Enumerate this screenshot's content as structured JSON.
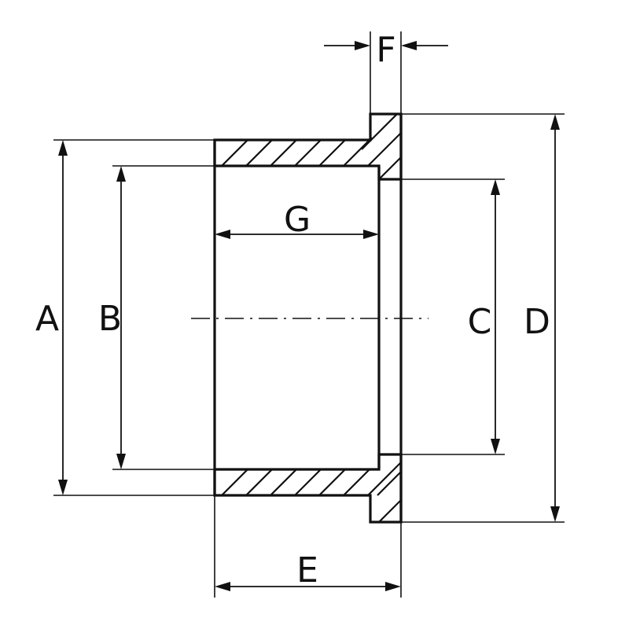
{
  "drawing": {
    "labels": {
      "A": "A",
      "B": "B",
      "C": "C",
      "D": "D",
      "E": "E",
      "F": "F",
      "G": "G"
    }
  }
}
